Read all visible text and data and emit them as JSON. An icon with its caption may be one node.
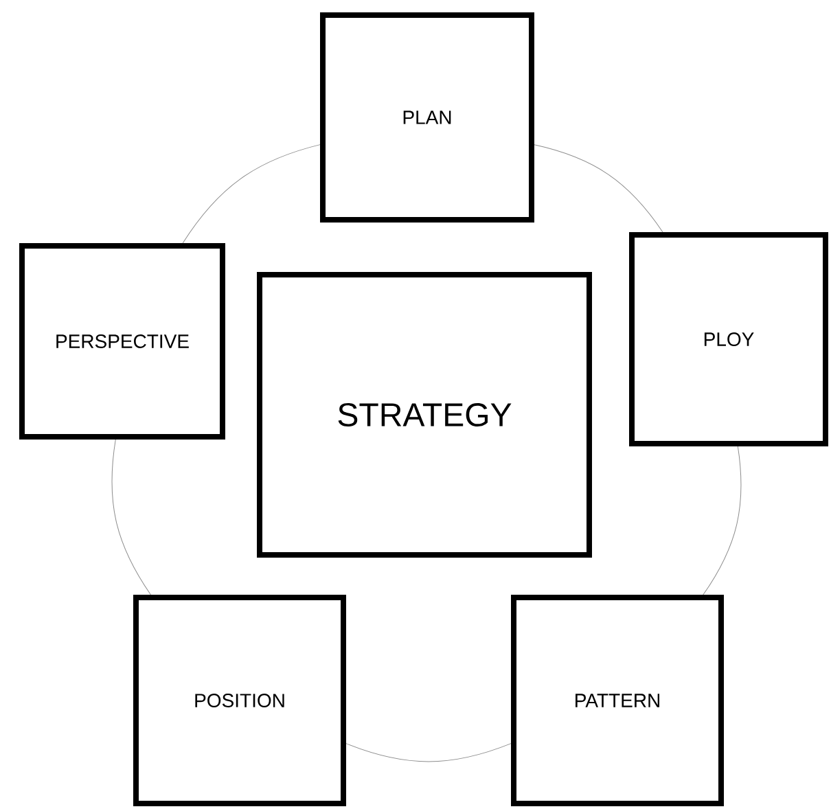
{
  "diagram": {
    "nodes": [
      {
        "text": [
          "PLAN"
        ]
      },
      {
        "text": [
          "PERSPECTIVE"
        ]
      },
      {
        "text": [
          "STRATEGY"
        ]
      },
      {
        "text": [
          "PLOY"
        ]
      },
      {
        "text": [
          "POSITION"
        ]
      },
      {
        "text": [
          "PATTERN"
        ]
      }
    ],
    "edges": [
      {
        "from": 0,
        "to": 3,
        "arrow": "none"
      },
      {
        "from": 3,
        "to": 5,
        "arrow": "none"
      },
      {
        "from": 5,
        "to": 4,
        "arrow": "none"
      },
      {
        "from": 4,
        "to": 1,
        "arrow": "none"
      },
      {
        "from": 1,
        "to": 0,
        "arrow": "none"
      }
    ]
  }
}
